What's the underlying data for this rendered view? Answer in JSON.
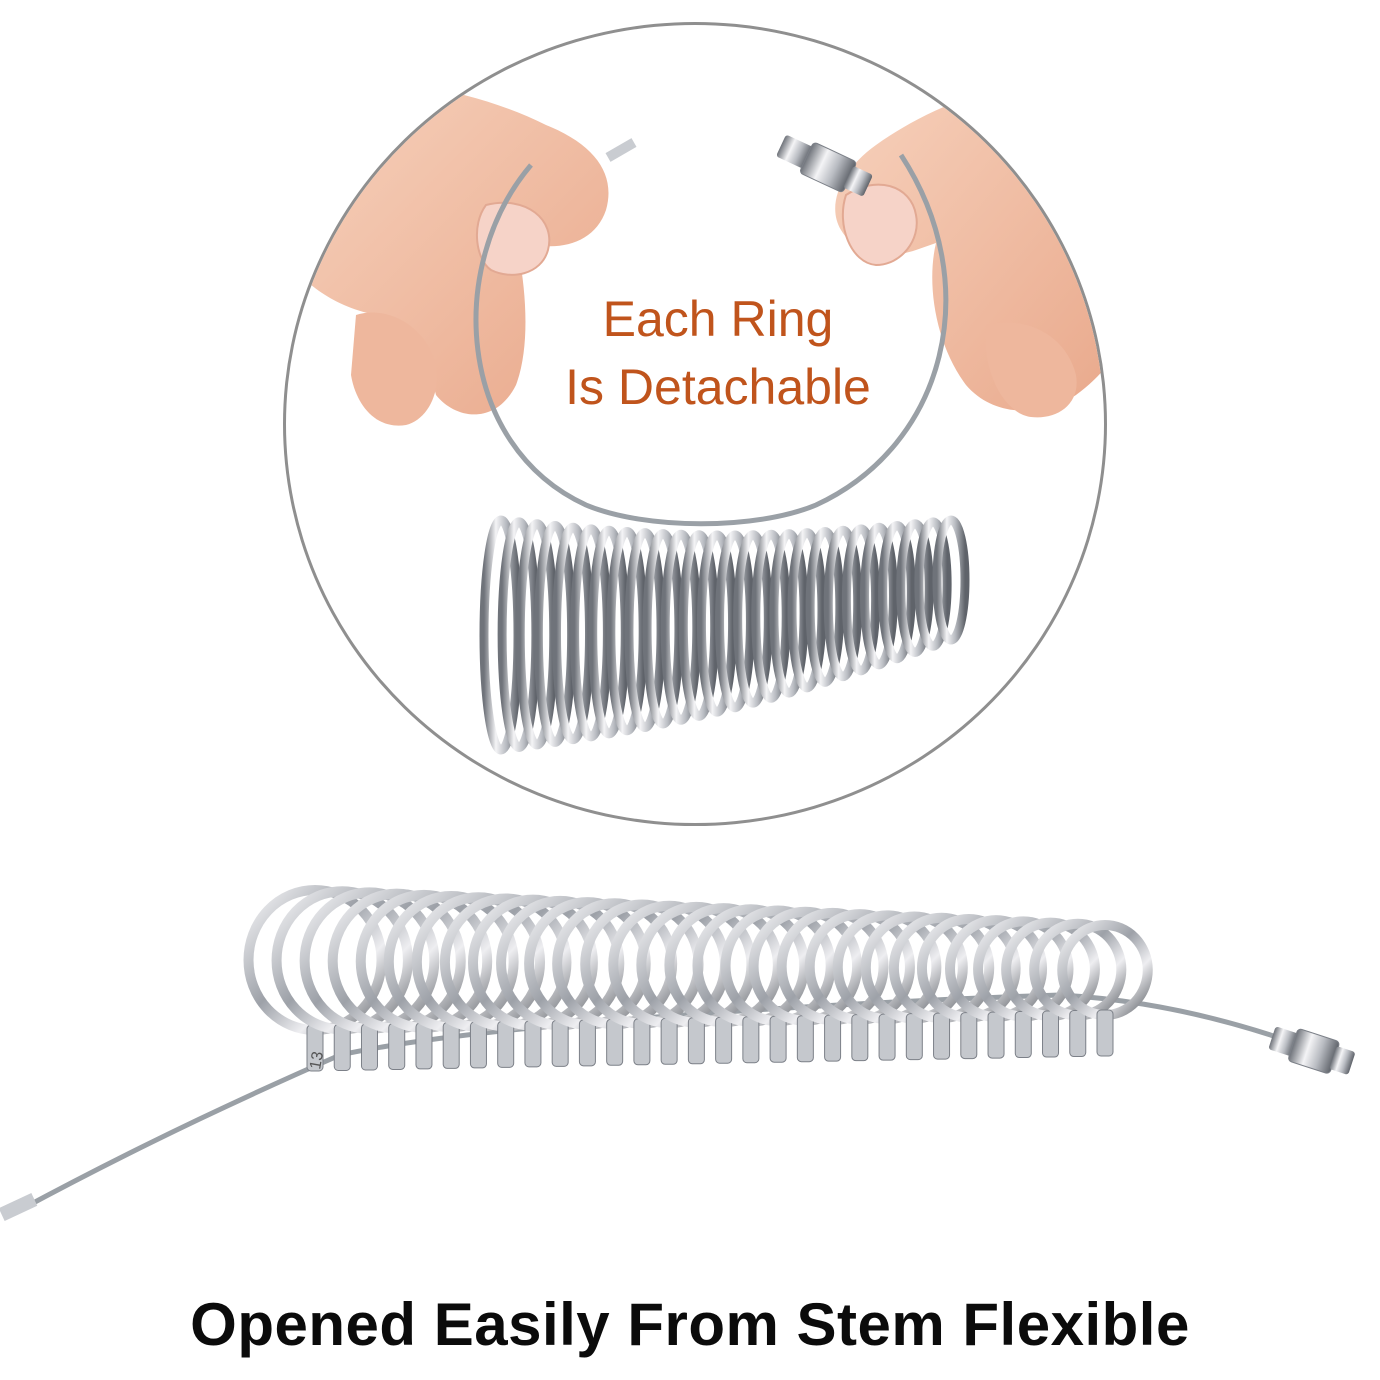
{
  "circle_caption": {
    "line1": "Each Ring",
    "line2": "Is Detachable",
    "color": "#c0541c"
  },
  "bottom_caption": {
    "text": "Opened Easily From Stem Flexible"
  },
  "ring_size_label": "13",
  "colors": {
    "metal_light": "#f4f4f6",
    "metal_mid": "#b9bcc2",
    "metal_dark": "#6f737a",
    "skin": "#f2c2a6",
    "nail": "#f6d3c8",
    "frame": "#8f8f8f"
  }
}
